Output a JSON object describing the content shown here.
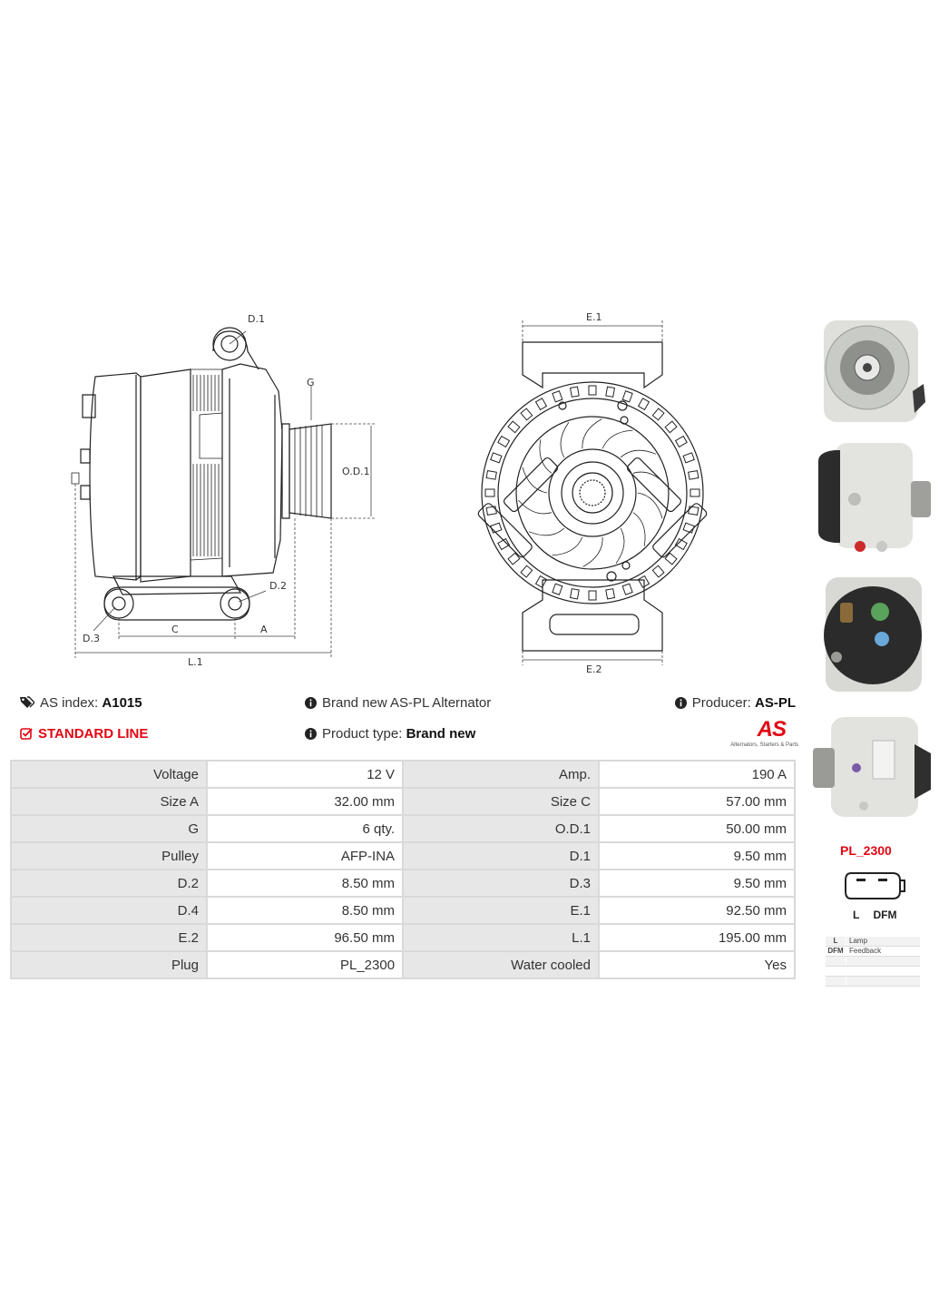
{
  "drawing": {
    "labels": {
      "d1": "D.1",
      "g": "G",
      "od1": "O.D.1",
      "d2": "D.2",
      "d3": "D.3",
      "c": "C",
      "a": "A",
      "l1": "L.1",
      "e1": "E.1",
      "e2": "E.2"
    }
  },
  "info": {
    "as_index_label": "AS index:",
    "as_index_value": "A1015",
    "line": "STANDARD LINE",
    "description": "Brand new AS-PL Alternator",
    "product_type_label": "Product type:",
    "product_type_value": "Brand new",
    "producer_label": "Producer:",
    "producer_value": "AS-PL",
    "logo_text": "AS",
    "logo_tagline": "Alternators, Starters & Parts"
  },
  "specs": [
    [
      "Voltage",
      "12 V",
      "Amp.",
      "190 A"
    ],
    [
      "Size A",
      "32.00 mm",
      "Size C",
      "57.00 mm"
    ],
    [
      "G",
      "6 qty.",
      "O.D.1",
      "50.00 mm"
    ],
    [
      "Pulley",
      "AFP-INA",
      "D.1",
      "9.50 mm"
    ],
    [
      "D.2",
      "8.50 mm",
      "D.3",
      "9.50 mm"
    ],
    [
      "D.4",
      "8.50 mm",
      "E.1",
      "92.50 mm"
    ],
    [
      "E.2",
      "96.50 mm",
      "L.1",
      "195.00 mm"
    ],
    [
      "Plug",
      "PL_2300",
      "Water cooled",
      "Yes"
    ]
  ],
  "plug": {
    "name": "PL_2300",
    "pins": [
      "L",
      "DFM"
    ],
    "legend": [
      {
        "code": "L",
        "desc": "Lamp"
      },
      {
        "code": "DFM",
        "desc": "Feedback"
      },
      {
        "code": "",
        "desc": ""
      },
      {
        "code": "",
        "desc": ""
      },
      {
        "code": "",
        "desc": ""
      }
    ]
  },
  "colors": {
    "accent_red": "#e30613",
    "table_key_bg": "#e7e7e7",
    "table_border": "#d9d9d9"
  }
}
